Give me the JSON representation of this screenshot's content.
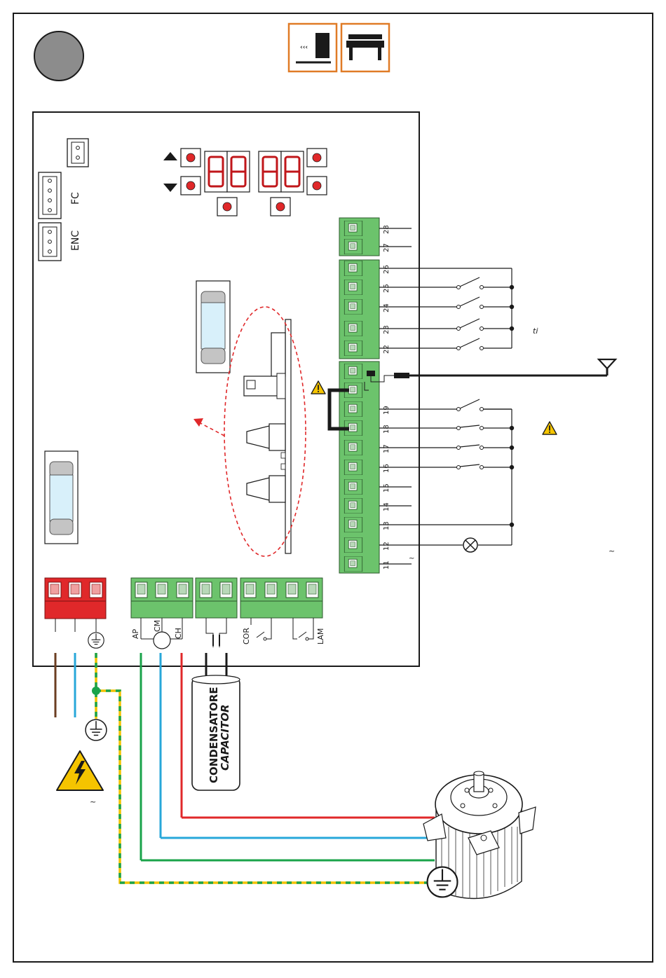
{
  "header_icons": [
    "sliding-gate-icon",
    "barrier-gate-icon"
  ],
  "board": {
    "connectors": {
      "fc": "FC",
      "enc": "ENC"
    },
    "display_glyph": "88"
  },
  "terminal_numbers": [
    "28",
    "27",
    "26",
    "25",
    "24",
    "23",
    "22",
    "19",
    "18",
    "17",
    "16",
    "15",
    "14",
    "13",
    "12",
    "11"
  ],
  "motor_terminals": {
    "ap": "AP",
    "cm": "CM",
    "ch": "CH"
  },
  "output_terminals": {
    "cor": "COR",
    "lam": "LAM"
  },
  "capacitor": {
    "line1": "CONDENSATORE",
    "line2": "CAPACITOR"
  },
  "side_marks": {
    "ti": "ti",
    "tilde": "~"
  },
  "colors": {
    "terminal_green": "#6cc36c",
    "power_red": "#e0282a",
    "wire_brown": "#6b3e22",
    "wire_blue": "#27a7d9",
    "wire_green": "#1aa34a",
    "wire_red": "#e0282a",
    "earth_yellow": "#f2c200",
    "header_frame": "#e07b26",
    "warning_yellow": "#f5c400"
  }
}
